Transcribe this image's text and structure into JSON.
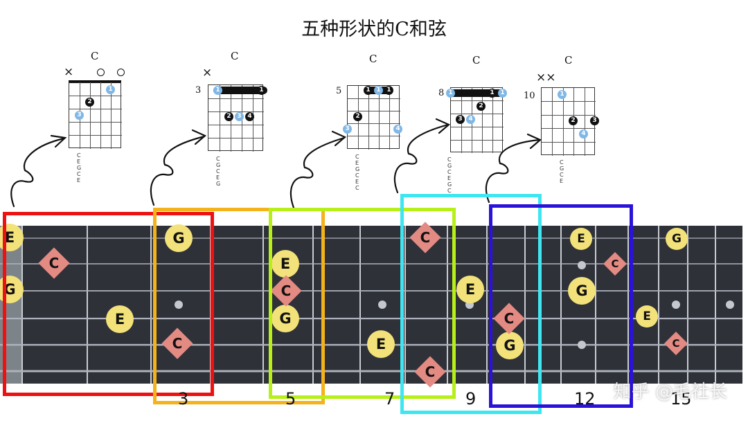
{
  "title": "五种形状的C和弦",
  "diagrams": [
    {
      "chord": "C",
      "fret_label": "",
      "mutes": "×",
      "strings": "C E G C E",
      "fingers": [
        "1",
        "2",
        "3"
      ]
    },
    {
      "chord": "C",
      "fret_label": "3",
      "mutes": "×",
      "strings": "C G C E G",
      "fingers": [
        "1",
        "1",
        "2",
        "3",
        "4"
      ]
    },
    {
      "chord": "C",
      "fret_label": "5",
      "mutes": "",
      "strings": "C E G C E C",
      "fingers": [
        "1",
        "1",
        "1",
        "2",
        "3",
        "4"
      ]
    },
    {
      "chord": "C",
      "fret_label": "8",
      "mutes": "",
      "strings": "C G C E G C",
      "fingers": [
        "1",
        "1",
        "1",
        "2",
        "3",
        "4"
      ]
    },
    {
      "chord": "C",
      "fret_label": "10",
      "mutes": "××",
      "strings": "C G C E",
      "fingers": [
        "1",
        "2",
        "3",
        "4"
      ]
    }
  ],
  "fret_numbers": [
    "3",
    "5",
    "7",
    "9",
    "12",
    "15"
  ],
  "notes": {
    "E": "E",
    "G": "G",
    "C": "C"
  },
  "box_colors": {
    "c_shape": "#ee1111",
    "a_shape": "#f4b21b",
    "g_shape": "#b7f018",
    "e_shape": "#3ee6f2",
    "d_shape": "#2a12d9"
  },
  "colors": {
    "fretboard": "#2f3138",
    "note_circle": "#f3e27a",
    "note_diamond": "#e38a83",
    "finger_blue": "#7fb7e6"
  },
  "watermark": "知乎 @毛社长"
}
